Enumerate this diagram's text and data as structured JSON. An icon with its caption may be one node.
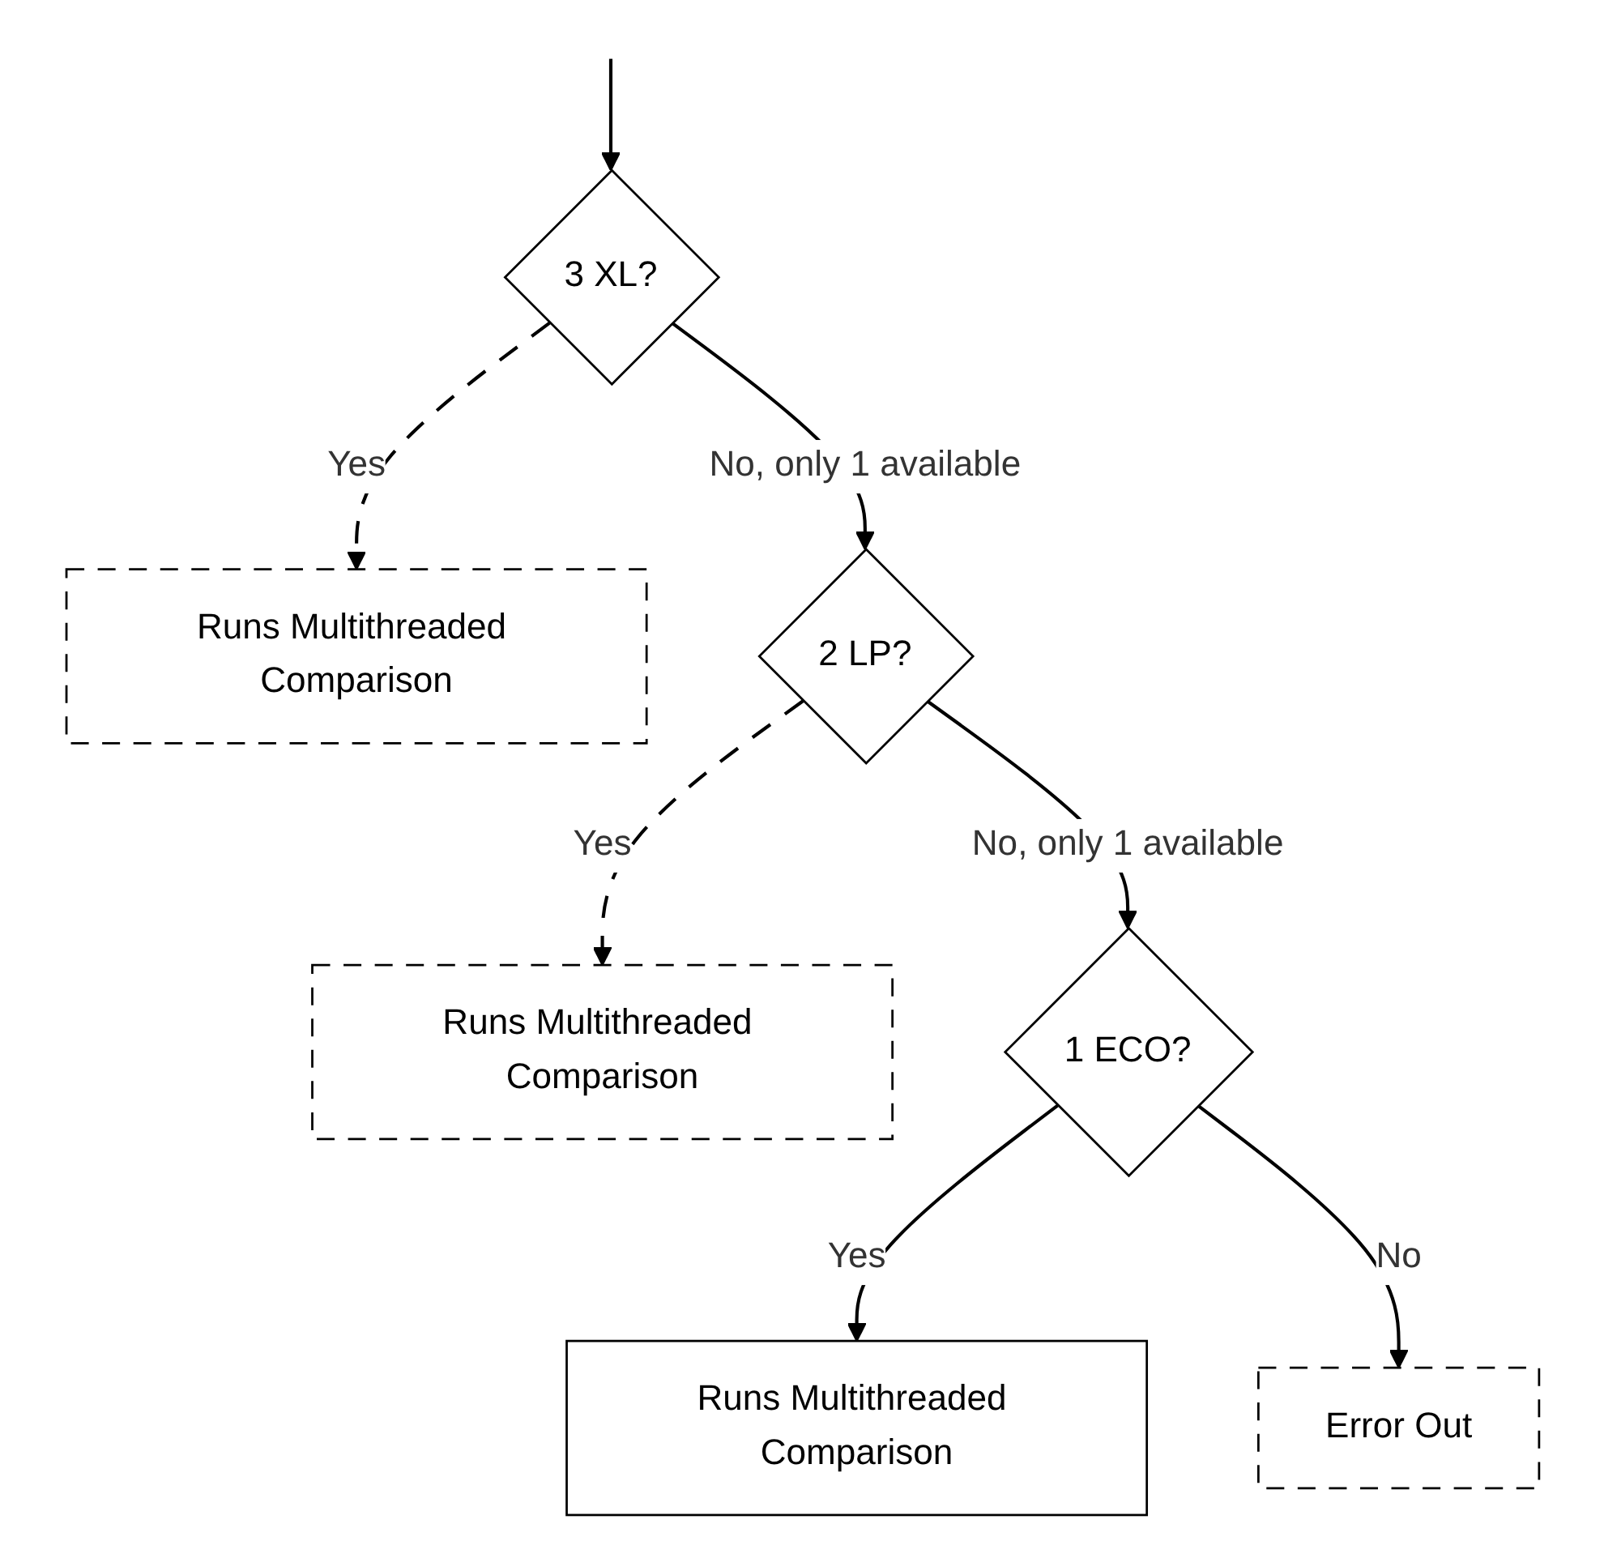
{
  "diagram": {
    "nodes": [
      {
        "text": [
          "3 XL?"
        ]
      },
      {
        "text": [
          "Runs Multithreaded Comparison"
        ]
      },
      {
        "text": [
          "2 LP?"
        ]
      },
      {
        "text": [
          "Runs Multithreaded Comparison"
        ]
      },
      {
        "text": [
          "1 ECO?"
        ]
      },
      {
        "text": [
          "Runs Multithreaded Comparison"
        ]
      },
      {
        "text": [
          "Error Out"
        ]
      }
    ],
    "edges": [
      {
        "from": null,
        "to": 0,
        "arrow": "to"
      },
      {
        "from": 0,
        "to": 1,
        "arrow": "to",
        "label": "Yes",
        "style": "dashed"
      },
      {
        "from": 0,
        "to": 2,
        "arrow": "to",
        "label": "No, only 1 available"
      },
      {
        "from": 2,
        "to": 3,
        "arrow": "to",
        "label": "Yes",
        "style": "dashed"
      },
      {
        "from": 2,
        "to": 4,
        "arrow": "to",
        "label": "No, only 1 available"
      },
      {
        "from": 4,
        "to": 5,
        "arrow": "to",
        "label": "Yes"
      },
      {
        "from": 4,
        "to": 6,
        "arrow": "to",
        "label": "No"
      }
    ]
  }
}
